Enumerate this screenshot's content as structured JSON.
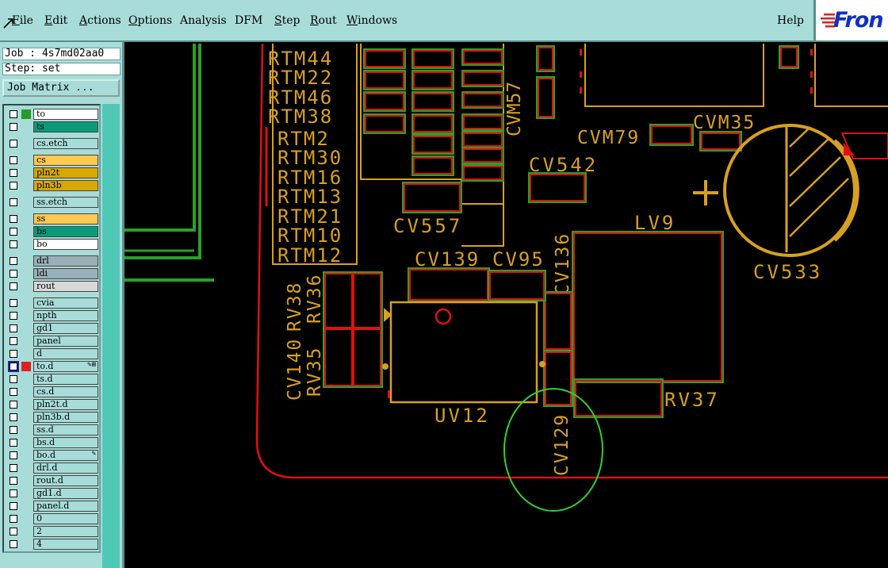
{
  "menubar": {
    "items": [
      "File",
      "Edit",
      "Actions",
      "Options",
      "Analysis",
      "DFM",
      "Step",
      "Rout",
      "Windows"
    ],
    "help": "Help",
    "logo": "Fron"
  },
  "job": {
    "label": "Job : 4s7md02aa0",
    "step": "Step: set",
    "matrix_button": "Job Matrix ..."
  },
  "layers": [
    {
      "name": "to",
      "color": "#ffffff",
      "sel": "#2a9a2a"
    },
    {
      "name": "ts",
      "color": "#0b9a78"
    },
    {
      "name": "cs.etch",
      "color": "#a8dcd8"
    },
    {
      "name": "cs",
      "color": "#ffc850"
    },
    {
      "name": "pln2t",
      "color": "#d8a800"
    },
    {
      "name": "pln3b",
      "color": "#d8a800"
    },
    {
      "name": "ss.etch",
      "color": "#a8dcd8"
    },
    {
      "name": "ss",
      "color": "#ffc850"
    },
    {
      "name": "bs",
      "color": "#0b9a78"
    },
    {
      "name": "bo",
      "color": "#ffffff"
    },
    {
      "name": "drl",
      "color": "#9ab0b8"
    },
    {
      "name": "ldi",
      "color": "#9ab0b8"
    },
    {
      "name": "rout",
      "color": "#d8d8d8"
    },
    {
      "name": "cvia",
      "color": "#a8dcd8"
    },
    {
      "name": "npth",
      "color": "#a8dcd8"
    },
    {
      "name": "gd1",
      "color": "#a8dcd8"
    },
    {
      "name": "panel",
      "color": "#a8dcd8"
    },
    {
      "name": "d",
      "color": "#a8dcd8"
    },
    {
      "name": "to.d",
      "color": "#a8dcd8",
      "sel": "#e02020",
      "active": true
    },
    {
      "name": "ts.d",
      "color": "#a8dcd8"
    },
    {
      "name": "cs.d",
      "color": "#a8dcd8"
    },
    {
      "name": "pln2t.d",
      "color": "#a8dcd8"
    },
    {
      "name": "pln3b.d",
      "color": "#a8dcd8"
    },
    {
      "name": "ss.d",
      "color": "#a8dcd8"
    },
    {
      "name": "bs.d",
      "color": "#a8dcd8"
    },
    {
      "name": "bo.d",
      "color": "#a8dcd8",
      "edit": true
    },
    {
      "name": "drl.d",
      "color": "#a8dcd8"
    },
    {
      "name": "rout.d",
      "color": "#a8dcd8"
    },
    {
      "name": "gd1.d",
      "color": "#a8dcd8"
    },
    {
      "name": "panel.d",
      "color": "#a8dcd8"
    },
    {
      "name": "0",
      "color": "#a8dcd8"
    },
    {
      "name": "2",
      "color": "#a8dcd8"
    },
    {
      "name": "4",
      "color": "#a8dcd8"
    }
  ],
  "colors": {
    "silk": "#d8a020",
    "pad": "#e01010",
    "mask": "#2aa02a",
    "outline": "#e01010",
    "highlight": "#30d030"
  },
  "refdes": {
    "rtm": [
      "RTM44",
      "RTM22",
      "RTM46",
      "RTM38",
      "RTM2",
      "RTM30",
      "RTM16",
      "RTM13",
      "RTM21",
      "RTM10",
      "RTM12"
    ],
    "cvm57": "CVM57",
    "cvm79": "CVM79",
    "cvm35": "CVM35",
    "cv542": "CV542",
    "cv557": "CV557",
    "lv9": "LV9",
    "cv533": "CV533",
    "cv139": "CV139",
    "cv95": "CV95",
    "cv136": "CV136",
    "rv38": "RV38",
    "rv36": "RV36",
    "cv140": "CV140",
    "rv35": "RV35",
    "uv12": "UV12",
    "cv129": "CV129",
    "rv37": "RV37"
  }
}
